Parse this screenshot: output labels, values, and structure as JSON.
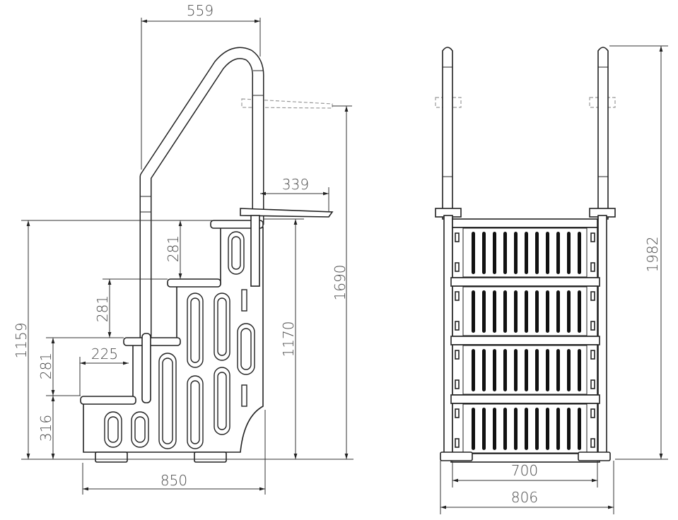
{
  "side_view": {
    "dimensions": {
      "handrail_reach": "559",
      "platform_depth": "339",
      "total_height": "1690",
      "platform_height": "1170",
      "step_block_height": "1159",
      "step_rise_top": "281",
      "step_rise_middle": "281",
      "step_rise_lower": "281",
      "bottom_step_height": "316",
      "step_depth": "225",
      "total_depth": "850"
    }
  },
  "front_view": {
    "dimensions": {
      "total_height": "1982",
      "inner_width": "700",
      "outer_width": "806"
    }
  }
}
